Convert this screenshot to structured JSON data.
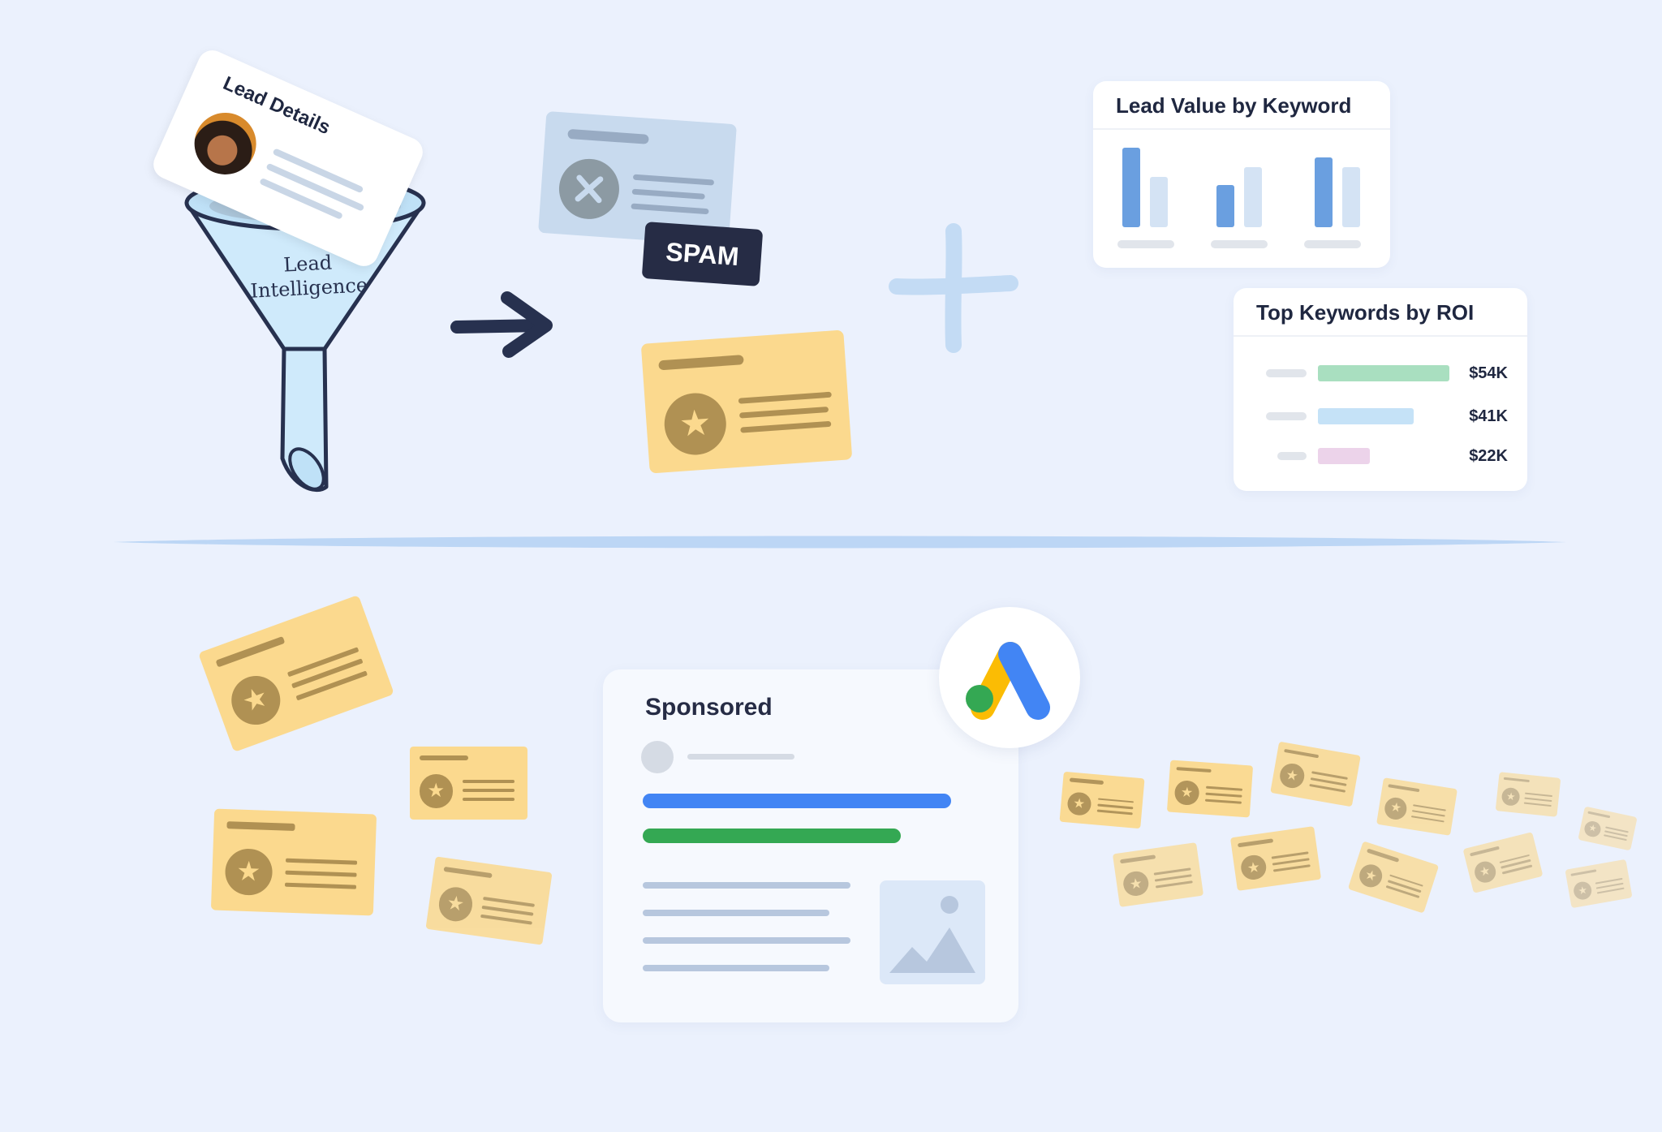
{
  "funnel": {
    "card_title": "Lead Details",
    "label_line1": "Lead",
    "label_line2": "Intelligence"
  },
  "spam_badge": "SPAM",
  "lead_value_panel": {
    "title": "Lead Value by Keyword"
  },
  "roi_panel": {
    "title": "Top Keywords by ROI",
    "rows": [
      {
        "value": "$54K",
        "color": "#a9dfc0"
      },
      {
        "value": "$41K",
        "color": "#c5e2f7"
      },
      {
        "value": "$22K",
        "color": "#ecd3ea"
      }
    ]
  },
  "ad_card": {
    "label": "Sponsored",
    "icon": "google-ads-icon"
  },
  "colors": {
    "background": "#ebf1fd",
    "lead_card": "#fbd98e",
    "star_badge": "#b09153",
    "accent_blue": "#4285f4",
    "accent_green": "#34a853",
    "accent_yellow": "#fbbc04"
  }
}
